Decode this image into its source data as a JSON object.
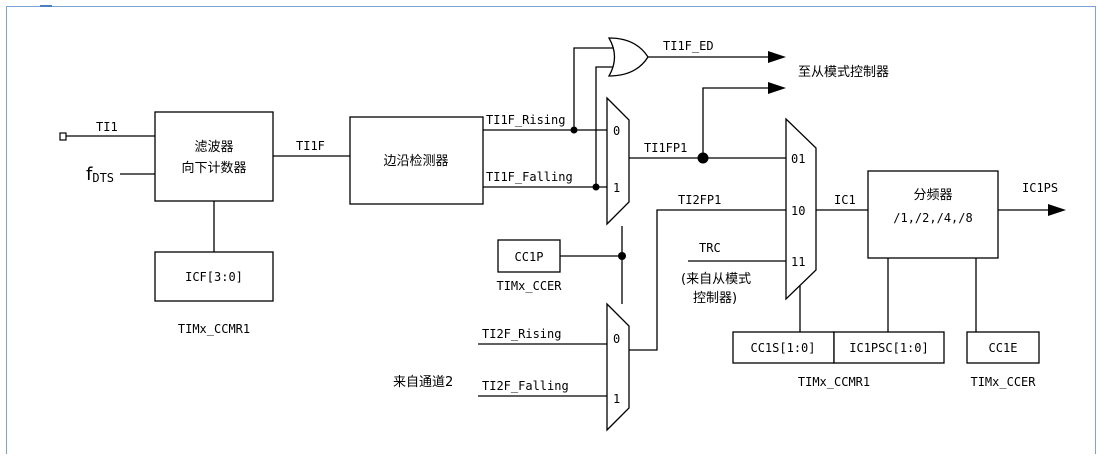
{
  "signals": {
    "ti1": "TI1",
    "fdts_main": "f",
    "fdts_sub": "DTS",
    "ti1f": "TI1F",
    "ti1f_rising": "TI1F_Rising",
    "ti1f_falling": "TI1F_Falling",
    "ti1f_ed": "TI1F_ED",
    "ti1fp1": "TI1FP1",
    "ti2fp1": "TI2FP1",
    "trc": "TRC",
    "ic1": "IC1",
    "ic1ps": "IC1PS",
    "ti2f_rising": "TI2F_Rising",
    "ti2f_falling": "TI2F_Falling"
  },
  "blocks": {
    "filter_line1": "滤波器",
    "filter_line2": "向下计数器",
    "icf": "ICF[3:0]",
    "edge_detector": "边沿检测器",
    "cc1p": "CC1P",
    "prescaler_line1": "分频器",
    "prescaler_line2": "/1,/2,/4,/8",
    "cc1s": "CC1S[1:0]",
    "ic1psc": "IC1PSC[1:0]",
    "cc1e": "CC1E"
  },
  "registers": {
    "ccmr1_left": "TIMx_CCMR1",
    "ccer_mid": "TIMx_CCER",
    "ccmr1_right": "TIMx_CCMR1",
    "ccer_right": "TIMx_CCER"
  },
  "mux_inputs": {
    "mux1_in0": "0",
    "mux1_in1": "1",
    "mux2_in0": "0",
    "mux2_in1": "1",
    "mux3_in01": "01",
    "mux3_in10": "10",
    "mux3_in11": "11"
  },
  "annotations": {
    "to_slave_mode": "至从模式控制器",
    "from_slave_line1": "(来自从模式",
    "from_slave_line2": "控制器)",
    "from_channel2": "来自通道2"
  }
}
